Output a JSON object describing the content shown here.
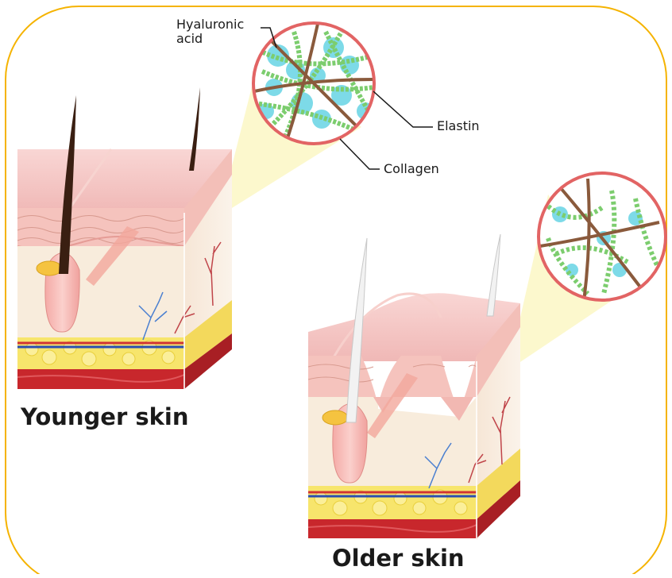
{
  "labels": {
    "hyaluronic_acid": "Hyaluronic acid",
    "elastin": "Elastin",
    "collagen": "Collagen",
    "younger_skin": "Younger skin",
    "older_skin": "Older skin"
  },
  "colors": {
    "frame": "#f5b300",
    "epidermis": "#f6c9c9",
    "dermis": "#f8ecdc",
    "fat": "#f7e56c",
    "muscle": "#c8272c",
    "collagen_fiber": "#8a5a3c",
    "elastin_fiber": "#7ccd6e",
    "hyaluronic_acid": "#6fd6e6",
    "zoom_circle_border": "#e26464",
    "zoom_cone": "#fbf7c4"
  }
}
